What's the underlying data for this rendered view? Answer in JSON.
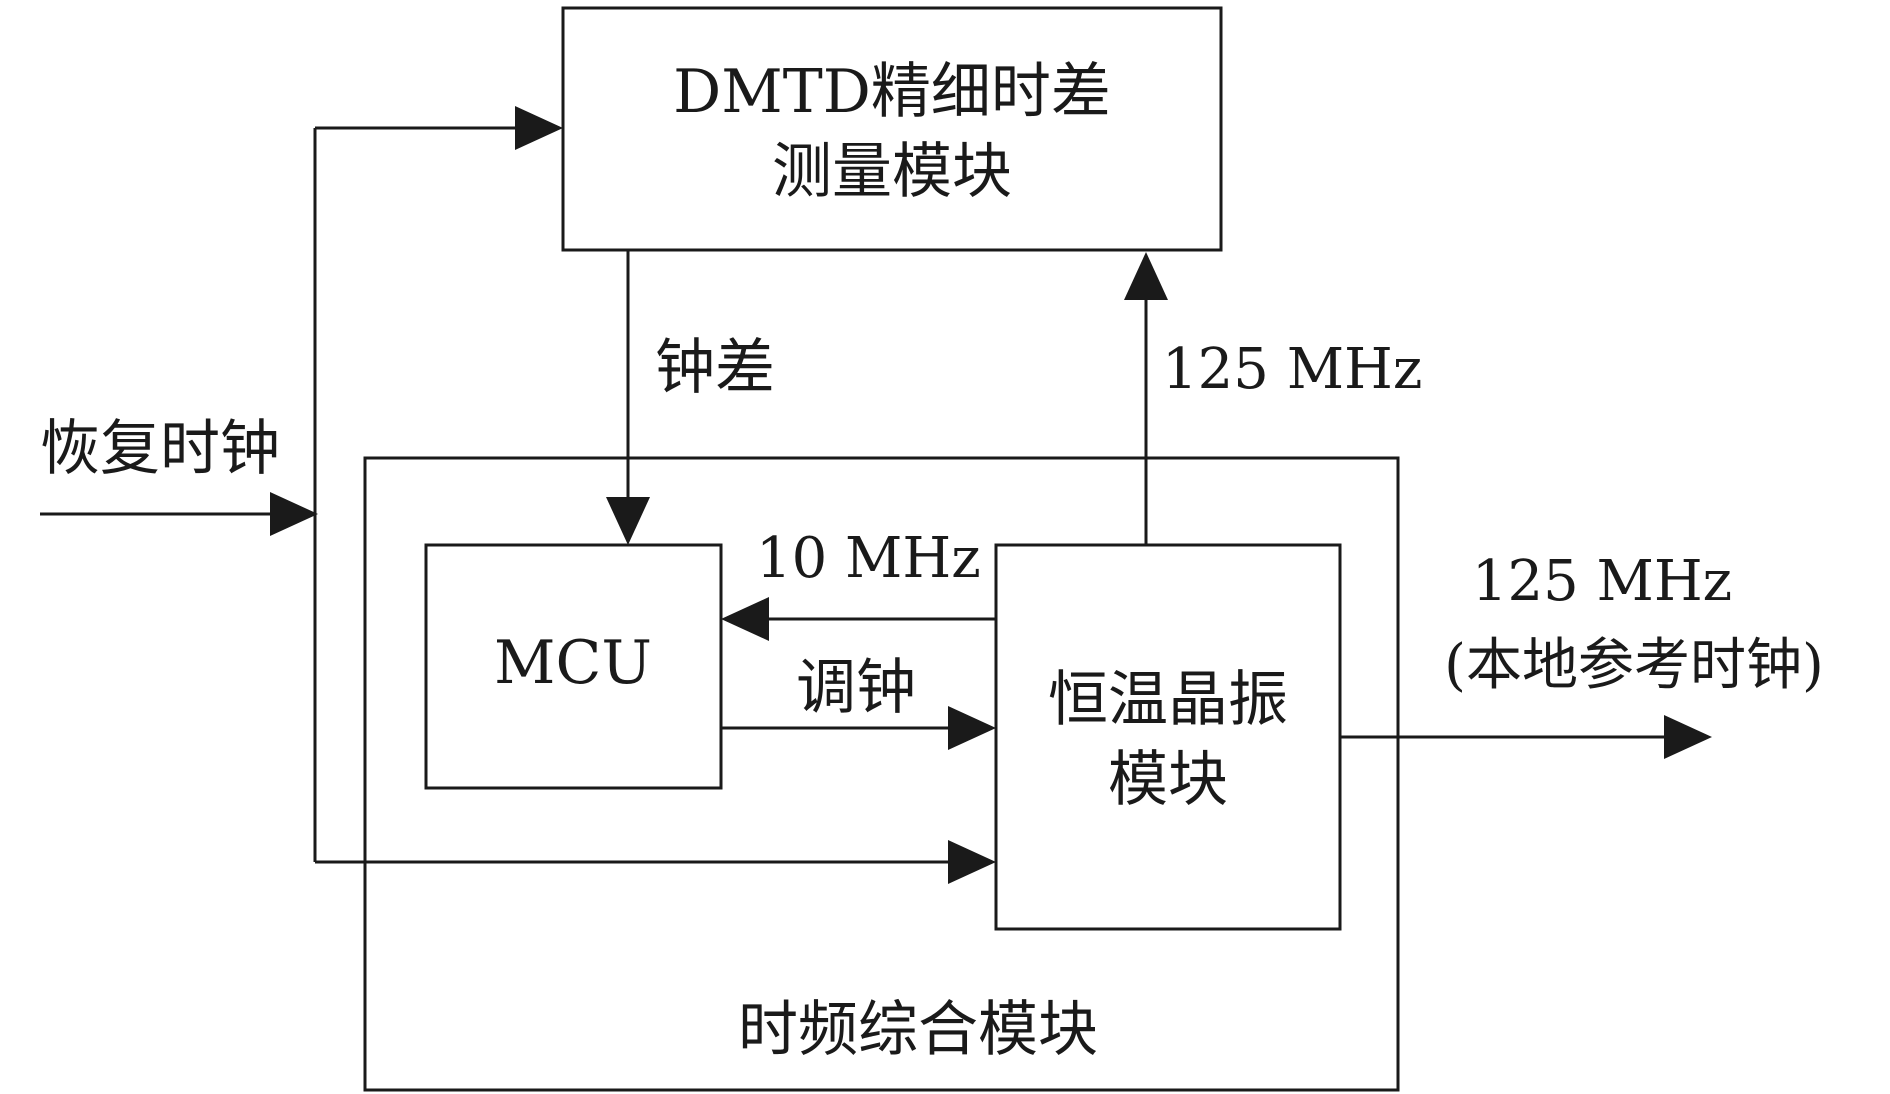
{
  "blocks": {
    "dmtd": {
      "line1": "DMTD精细时差",
      "line2": "测量模块"
    },
    "mcu": {
      "label": "MCU"
    },
    "ocxo": {
      "line1": "恒温晶振",
      "line2": "模块"
    },
    "synth": {
      "label": "时频综合模块"
    }
  },
  "signals": {
    "recovered_clock": "恢复时钟",
    "clock_diff": "钟差",
    "freq_125_up": "125 MHz",
    "freq_10": "10 MHz",
    "adjust_clock": "调钟",
    "out_freq": "125 MHz",
    "out_desc": "(本地参考时钟)"
  }
}
